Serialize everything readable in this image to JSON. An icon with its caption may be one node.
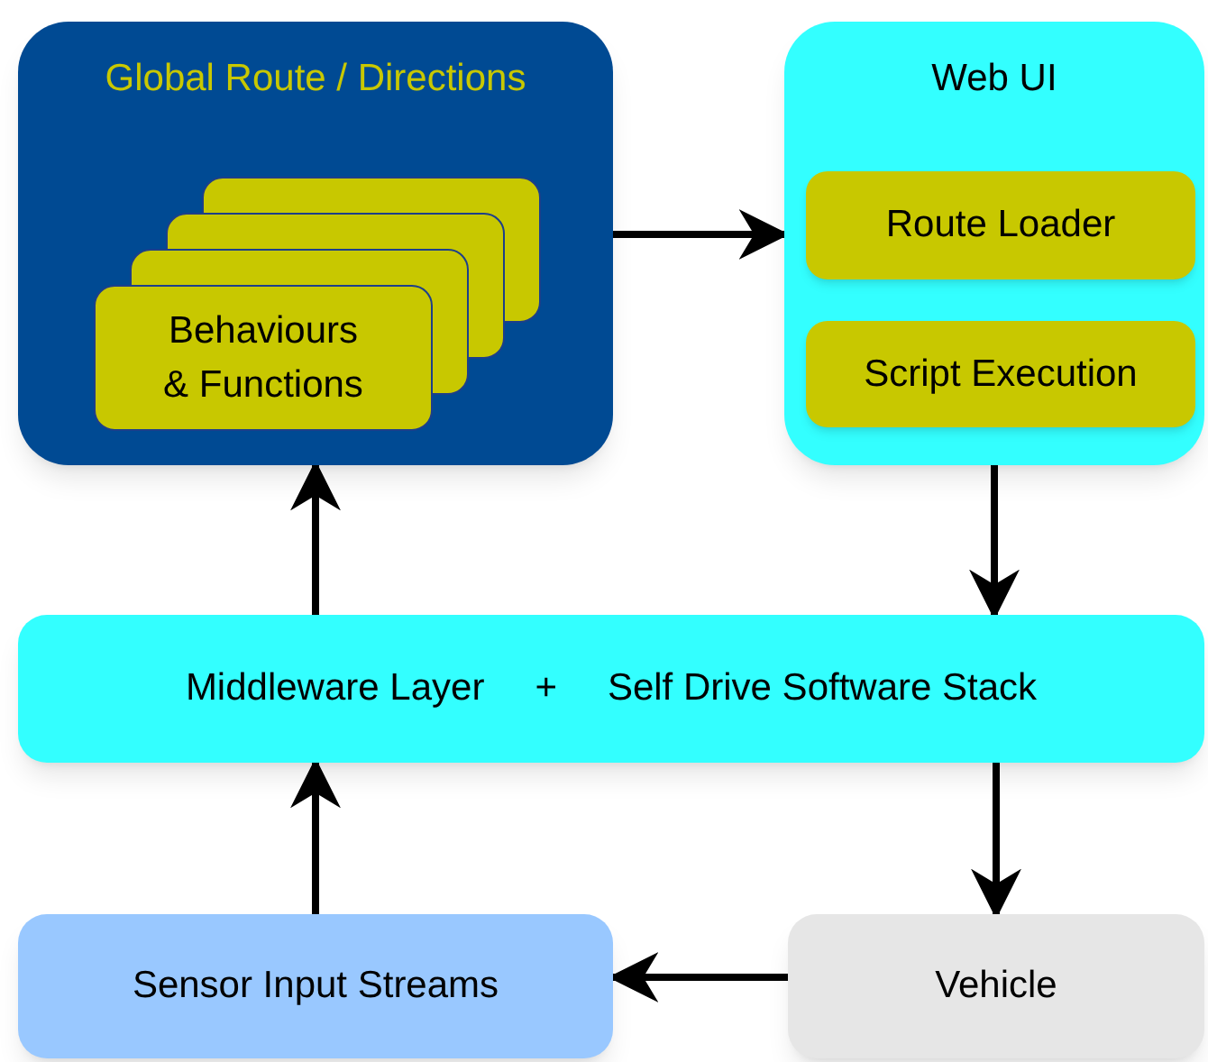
{
  "diagram": {
    "nodes": [
      {
        "text": [
          "Global Route / Directions"
        ]
      },
      {
        "text": [
          "Behaviours & Functions"
        ],
        "in": 0
      },
      {
        "text": [
          "Web UI"
        ]
      },
      {
        "text": [
          "Route Loader"
        ],
        "in": 2
      },
      {
        "text": [
          "Script Execution"
        ],
        "in": 2
      },
      {
        "text": [
          "Middleware Layer",
          "+",
          "Self Drive Software Stack"
        ]
      },
      {
        "text": [
          "Sensor Input Streams"
        ]
      },
      {
        "text": [
          "Vehicle"
        ]
      }
    ],
    "edges": [
      {
        "from": 0,
        "to": 2,
        "arrow": "to"
      },
      {
        "from": 2,
        "to": 5,
        "arrow": "to"
      },
      {
        "from": 5,
        "to": 7,
        "arrow": "to"
      },
      {
        "from": 7,
        "to": 6,
        "arrow": "to"
      },
      {
        "from": 6,
        "to": 5,
        "arrow": "to"
      },
      {
        "from": 5,
        "to": 0,
        "arrow": "to"
      }
    ]
  }
}
